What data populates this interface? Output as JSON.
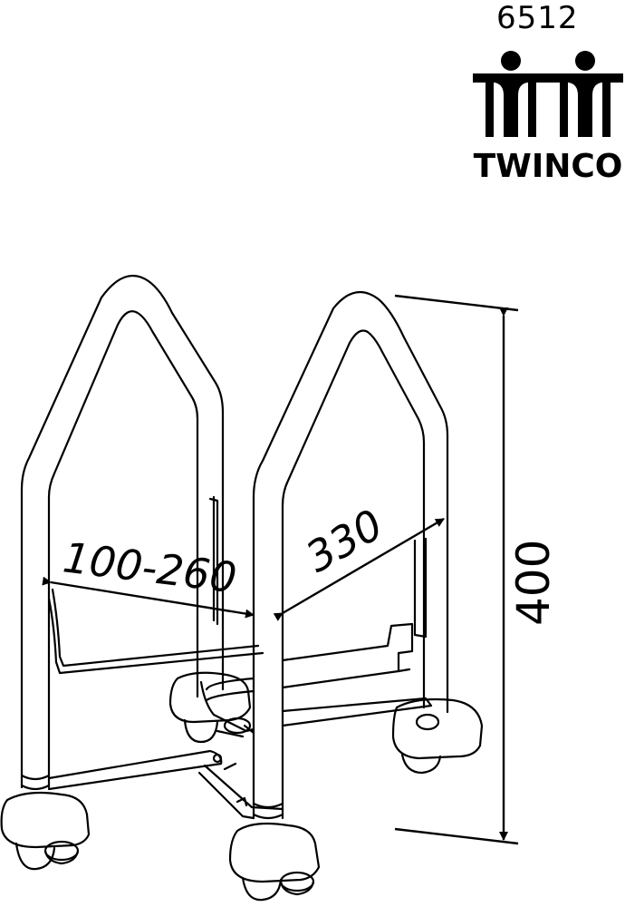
{
  "header": {
    "product_code": "6512",
    "brand_name": "TWINCO",
    "logo_icon": "twin-figures-logo"
  },
  "dimensions": {
    "width_range": "100-260",
    "depth": "330",
    "height": "400"
  },
  "colors": {
    "line": "#000000",
    "background": "#ffffff"
  }
}
